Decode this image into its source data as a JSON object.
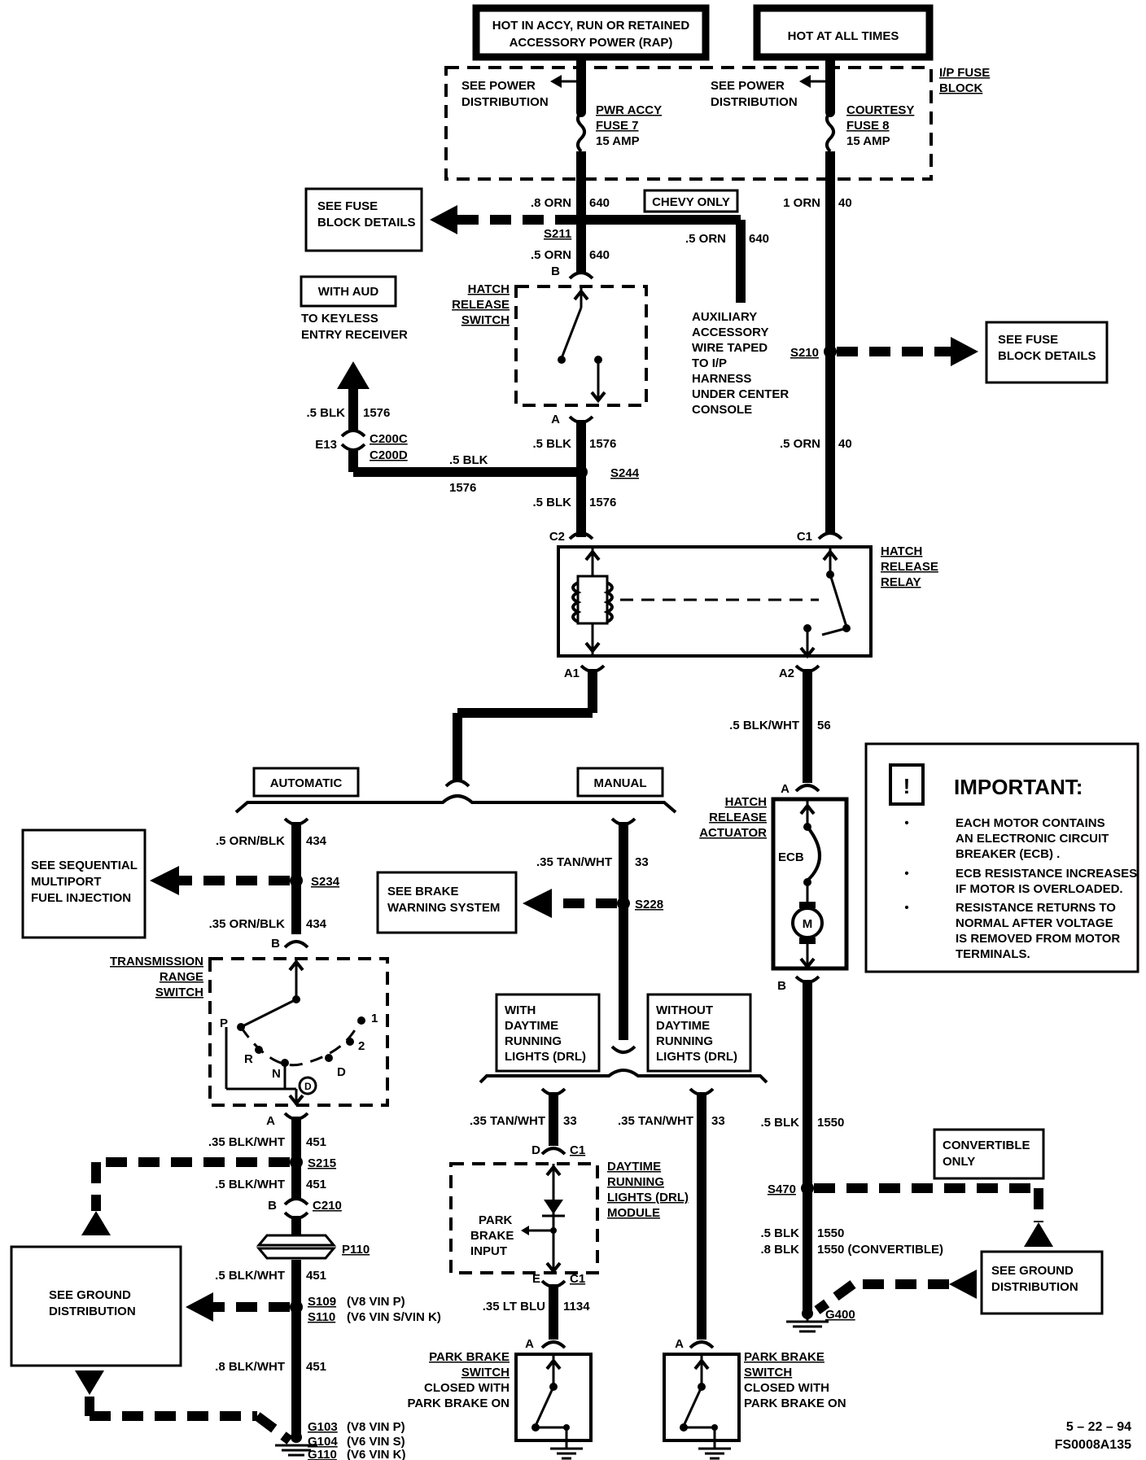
{
  "power_boxes": {
    "hot_accy_line1": "HOT IN ACCY, RUN OR RETAINED",
    "hot_accy_line2": "ACCESSORY POWER (RAP)",
    "hot_all_times": "HOT AT ALL TIMES"
  },
  "fuse_block": {
    "label_line1": "I/P FUSE",
    "label_line2": "BLOCK",
    "see_power_1_line1": "SEE POWER",
    "see_power_1_line2": "DISTRIBUTION",
    "see_power_2_line1": "SEE POWER",
    "see_power_2_line2": "DISTRIBUTION",
    "fuse7_line1": "PWR ACCY",
    "fuse7_line2": "FUSE 7",
    "fuse7_line3": "15 AMP",
    "fuse8_line1": "COURTESY",
    "fuse8_line2": "FUSE 8",
    "fuse8_line3": "15 AMP"
  },
  "wires": {
    "w_8orn": ".8 ORN",
    "w_640a": "640",
    "w_1orn": "1 ORN",
    "w_40a": "40",
    "chevy_only": "CHEVY  ONLY",
    "w_5orn_b": ".5  ORN",
    "w_640c": "640",
    "s211": "S211",
    "w_5orn_a": ".5 ORN",
    "w_640b": "640",
    "s210": "S210",
    "w_5orn_c": ".5 ORN",
    "w_40b": "40",
    "w_5blk_a": ".5 BLK",
    "w_1576a": "1576",
    "w_5blk_b": ".5 BLK",
    "w_1576b": "1576",
    "w_5blk_c": ".5 BLK",
    "w_1576c": "1576",
    "w_5blk_d": ".5 BLK",
    "w_1576d": "1576",
    "s244": "S244",
    "e13": "E13",
    "c200c": "C200C",
    "c200d": "C200D",
    "w_blkwht": ".5 BLK/WHT",
    "w_56": "56"
  },
  "fuse_details_left_line1": "SEE FUSE",
  "fuse_details_left_line2": "BLOCK DETAILS",
  "fuse_details_right_line1": "SEE FUSE",
  "fuse_details_right_line2": "BLOCK DETAILS",
  "with_aud": "WITH AUD",
  "keyless_line1": "TO KEYLESS",
  "keyless_line2": "ENTRY RECEIVER",
  "hatch_switch_line1": "HATCH",
  "hatch_switch_line2": "RELEASE",
  "hatch_switch_line3": "SWITCH",
  "aux_line1": "AUXILIARY",
  "aux_line2": "ACCESSORY",
  "aux_line3": "WIRE  TAPED",
  "aux_line4": "TO  I/P",
  "aux_line5": "HARNESS",
  "aux_line6": "UNDER  CENTER",
  "aux_line7": "CONSOLE",
  "relay": {
    "label_line1": "HATCH",
    "label_line2": "RELEASE",
    "label_line3": "RELAY",
    "c1": "C1",
    "c2": "C2",
    "a1": "A1",
    "a2": "A2"
  },
  "pin_b1": "B",
  "pin_a1": "A",
  "automatic": "AUTOMATIC",
  "manual": "MANUAL",
  "auto_branch": {
    "w_ornblk_a": ".5  ORN/BLK",
    "w_434a": "434",
    "s234": "S234",
    "w_ornblk_b": ".35 ORN/BLK",
    "w_434b": "434",
    "seq_line1": "SEE  SEQUENTIAL",
    "seq_line2": "MULTIPORT",
    "seq_line3": "FUEL  INJECTION",
    "trs_line1": "TRANSMISSION",
    "trs_line2": "RANGE",
    "trs_line3": "SWITCH",
    "pin_b": "B",
    "pin_a": "A",
    "pos_p": "P",
    "pos_r": "R",
    "pos_n": "N",
    "pos_d": "D",
    "pos_dcircle": "D",
    "pos_2": "2",
    "pos_1": "1",
    "w_35blkwht": ".35 BLK/WHT",
    "w_451a": "451",
    "s215": "S215",
    "w_5blkwht_a": ".5 BLK/WHT",
    "w_451b": "451",
    "c210_b": "B",
    "c210": "C210",
    "p110": "P110",
    "w_5blkwht_b": ".5 BLK/WHT",
    "w_451c": "451",
    "s109": "S109",
    "s109_note": "(V8 VIN P)",
    "s110": "S110",
    "s110_note": "(V6 VIN S/VIN  K)",
    "w_8blkwht": ".8 BLK/WHT",
    "w_451d": "451",
    "g103": "G103",
    "g103_note": "(V8 VIN P)",
    "g104": "G104",
    "g104_note": "(V6 VIN S)",
    "g110": "G110",
    "g110_note": "(V6 VIN K)",
    "ground_line1": "SEE  GROUND",
    "ground_line2": "DISTRIBUTION"
  },
  "manual_branch": {
    "w_35tanwht_a": ".35 TAN/WHT",
    "w_33a": "33",
    "s228": "S228",
    "brake_line1": "SEE BRAKE",
    "brake_line2": "WARNING SYSTEM",
    "drl_with_line1": "WITH",
    "drl_with_line2": "DAYTIME",
    "drl_with_line3": "RUNNING",
    "drl_with_line4": "LIGHTS (DRL)",
    "drl_without_line1": "WITHOUT",
    "drl_without_line2": "DAYTIME",
    "drl_without_line3": "RUNNING",
    "drl_without_line4": "LIGHTS (DRL)",
    "w_35tanwht_b": ".35 TAN/WHT",
    "w_33b": "33",
    "w_35tanwht_c": ".35 TAN/WHT",
    "w_33c": "33",
    "pin_d": "D",
    "pin_c1a": "C1",
    "pin_e": "E",
    "pin_c1b": "C1",
    "drl_mod_line1": "DAYTIME",
    "drl_mod_line2": "RUNNING",
    "drl_mod_line3": "LIGHTS (DRL)",
    "drl_mod_line4": "MODULE",
    "park_in_line1": "PARK",
    "park_in_line2": "BRAKE",
    "park_in_line3": "INPUT",
    "w_35ltblu": ".35 LT BLU",
    "w_1134": "1134",
    "pin_a_left": "A",
    "pin_a_right": "A",
    "pbs_l_line1": "PARK BRAKE",
    "pbs_l_line2": "SWITCH",
    "pbs_l_line3": "CLOSED WITH",
    "pbs_l_line4": "PARK BRAKE ON",
    "pbs_r_line1": "PARK BRAKE",
    "pbs_r_line2": "SWITCH",
    "pbs_r_line3": "CLOSED WITH",
    "pbs_r_line4": "PARK BRAKE ON"
  },
  "actuator": {
    "label_line1": "HATCH",
    "label_line2": "RELEASE",
    "label_line3": "ACTUATOR",
    "ecb": "ECB",
    "motor": "M",
    "pin_a": "A",
    "pin_b": "B",
    "w_5blk": ".5 BLK",
    "w_1550a": "1550",
    "s470": "S470",
    "w_5blk_b": ".5 BLK",
    "w_1550b": "1550",
    "w_8blk": ".8 BLK",
    "w_1550c": "1550  (CONVERTIBLE)",
    "g400": "G400",
    "convertible_line1": "CONVERTIBLE",
    "convertible_line2": "ONLY",
    "ground_line1": "SEE GROUND",
    "ground_line2": "DISTRIBUTION"
  },
  "important": {
    "icon": "!",
    "title": "IMPORTANT:",
    "b1_line1": "EACH MOTOR CONTAINS",
    "b1_line2": "AN ELECTRONIC CIRCUIT",
    "b1_line3": "BREAKER (ECB) .",
    "b2_line1": "ECB RESISTANCE INCREASES",
    "b2_line2": "IF MOTOR IS OVERLOADED.",
    "b3_line1": "RESISTANCE RETURNS TO",
    "b3_line2": "NORMAL AFTER VOLTAGE",
    "b3_line3": "IS REMOVED FROM MOTOR",
    "b3_line4": "TERMINALS.",
    "bullet": "•"
  },
  "footer": {
    "date": "5 – 22 – 94",
    "code": "FS0008A135"
  }
}
